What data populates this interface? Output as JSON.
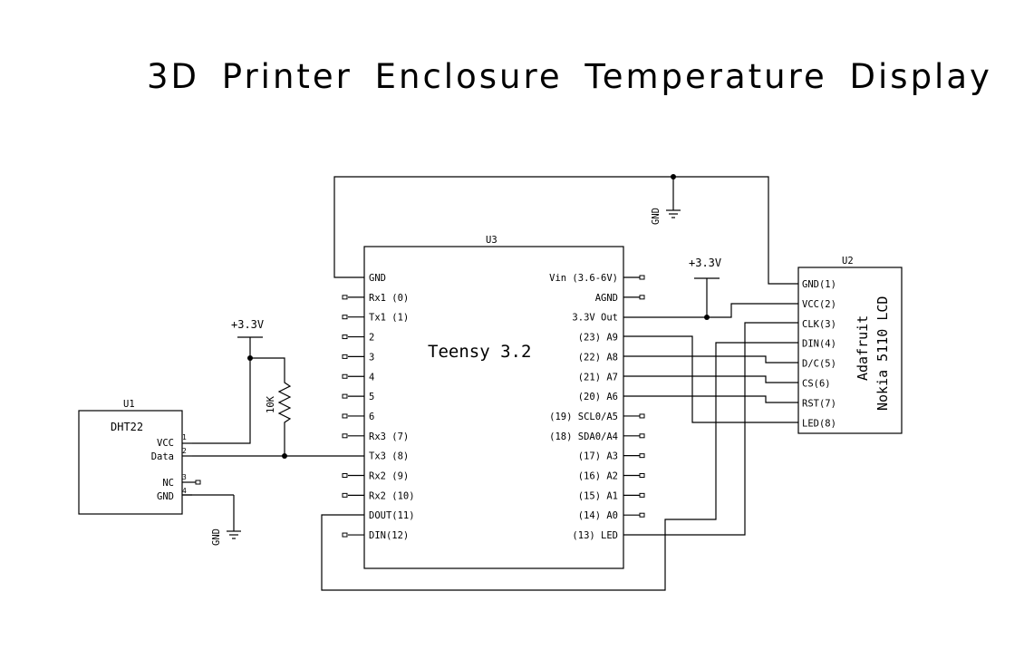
{
  "title": "3D Printer Enclosure Temperature Display",
  "u1": {
    "ref": "U1",
    "name": "DHT22",
    "pins": [
      {
        "num": "1",
        "label": "VCC"
      },
      {
        "num": "2",
        "label": "Data"
      },
      {
        "num": "3",
        "label": "NC"
      },
      {
        "num": "4",
        "label": "GND"
      }
    ]
  },
  "u3": {
    "ref": "U3",
    "name": "Teensy 3.2",
    "left_pins": [
      "GND",
      "Rx1 (0)",
      "Tx1 (1)",
      "2",
      "3",
      "4",
      "5",
      "6",
      "Rx3 (7)",
      "Tx3 (8)",
      "Rx2 (9)",
      "Rx2 (10)",
      "DOUT(11)",
      "DIN(12)"
    ],
    "right_pins": [
      "Vin (3.6-6V)",
      "AGND",
      "3.3V Out",
      "(23) A9",
      "(22) A8",
      "(21) A7",
      "(20) A6",
      "(19) SCL0/A5",
      "(18) SDA0/A4",
      "(17) A3",
      "(16) A2",
      "(15) A1",
      "(14) A0",
      "(13) LED"
    ]
  },
  "u2": {
    "ref": "U2",
    "name_line1": "Adafruit",
    "name_line2": "Nokia 5110 LCD",
    "pins": [
      "GND(1)",
      "VCC(2)",
      "CLK(3)",
      "DIN(4)",
      "D/C(5)",
      "CS(6)",
      "RST(7)",
      "LED(8)"
    ]
  },
  "resistor": {
    "value": "10K"
  },
  "power": {
    "vcc_left": "+3.3V",
    "vcc_right": "+3.3V",
    "gnd_top": "GND",
    "gnd_bottom": "GND"
  }
}
